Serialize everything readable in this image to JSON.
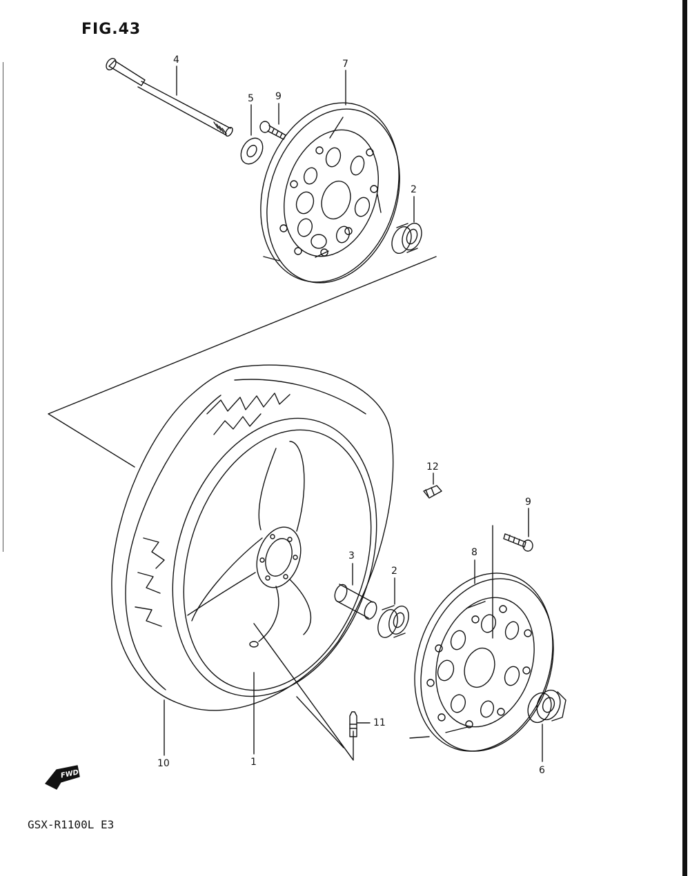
{
  "figure": {
    "title": "FIG.43",
    "model": "GSX-R1100L E3",
    "fwd_badge": "FWD"
  },
  "callouts": [
    {
      "id": "callout-4",
      "label": "4"
    },
    {
      "id": "callout-7",
      "label": "7"
    },
    {
      "id": "callout-5",
      "label": "5"
    },
    {
      "id": "callout-9-top",
      "label": "9"
    },
    {
      "id": "callout-2-top",
      "label": "2"
    },
    {
      "id": "callout-12",
      "label": "12"
    },
    {
      "id": "callout-9-bottom",
      "label": "9"
    },
    {
      "id": "callout-8",
      "label": "8"
    },
    {
      "id": "callout-3",
      "label": "3"
    },
    {
      "id": "callout-2-bottom",
      "label": "2"
    },
    {
      "id": "callout-11",
      "label": "11"
    },
    {
      "id": "callout-10",
      "label": "10"
    },
    {
      "id": "callout-1",
      "label": "1"
    },
    {
      "id": "callout-6",
      "label": "6"
    }
  ],
  "colors": {
    "ink": "#111111",
    "paper": "#ffffff"
  }
}
